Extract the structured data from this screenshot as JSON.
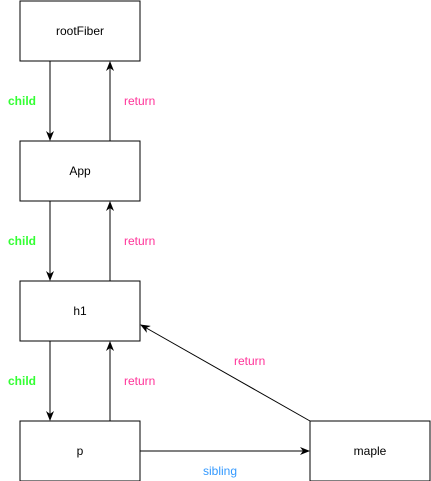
{
  "nodes": {
    "root_fiber": "rootFiber",
    "app": "App",
    "h1": "h1",
    "p": "p",
    "maple": "maple"
  },
  "edge_labels": {
    "child": "child",
    "return": "return",
    "sibling": "sibling"
  },
  "colors": {
    "child": "#33ff33",
    "return": "#ff3399",
    "sibling": "#3399ff",
    "stroke": "#000000"
  }
}
